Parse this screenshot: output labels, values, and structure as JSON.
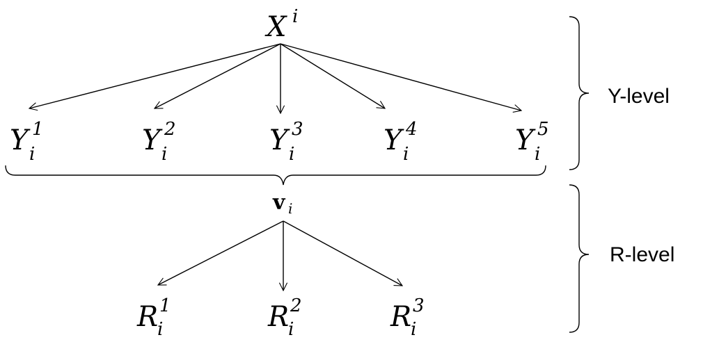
{
  "root": {
    "base": "X",
    "sup": "i"
  },
  "y_nodes": [
    {
      "base": "Y",
      "sub": "i",
      "sup": "1"
    },
    {
      "base": "Y",
      "sub": "i",
      "sup": "2"
    },
    {
      "base": "Y",
      "sub": "i",
      "sup": "3"
    },
    {
      "base": "Y",
      "sub": "i",
      "sup": "4"
    },
    {
      "base": "Y",
      "sub": "i",
      "sup": "5"
    }
  ],
  "v_node": {
    "base": "v",
    "sub": "i"
  },
  "r_nodes": [
    {
      "base": "R",
      "sub": "i",
      "sup": "1"
    },
    {
      "base": "R",
      "sub": "i",
      "sup": "2"
    },
    {
      "base": "R",
      "sub": "i",
      "sup": "3"
    }
  ],
  "levels": {
    "y_level": "Y-level",
    "r_level": "R-level"
  }
}
